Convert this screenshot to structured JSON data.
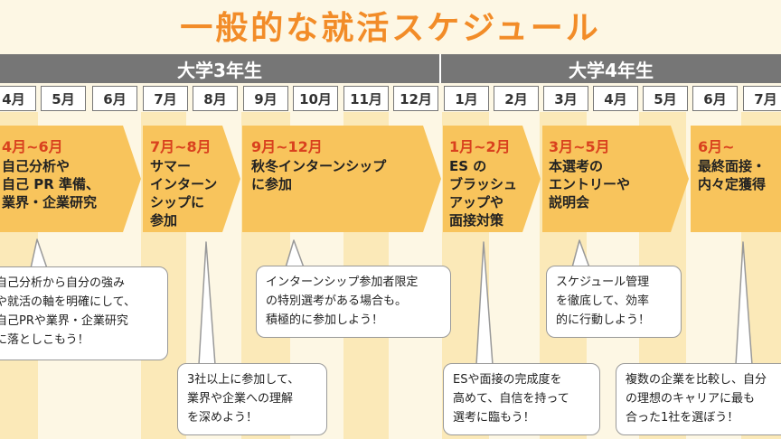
{
  "title": "一般的な就活スケジュール",
  "years": {
    "y3": "大学3年生",
    "y4": "大学4年生"
  },
  "months": [
    "4月",
    "5月",
    "6月",
    "7月",
    "8月",
    "9月",
    "10月",
    "11月",
    "12月",
    "1月",
    "2月",
    "3月",
    "4月",
    "5月",
    "6月",
    "7月"
  ],
  "phases": [
    {
      "period": "4月~6月",
      "text": "自己分析や\n自己 PR 準備、\n業界・企業研究"
    },
    {
      "period": "7月~8月",
      "text": "サマー\nインターン\nシップに\n参加"
    },
    {
      "period": "9月~12月",
      "text": "秋冬インターンシップ\nに参加"
    },
    {
      "period": "1月~2月",
      "text": "ES の\nブラッシュ\nアップや\n面接対策"
    },
    {
      "period": "3月~5月",
      "text": "本選考の\nエントリーや\n説明会"
    },
    {
      "period": "6月~",
      "text": "最終面接・\n内々定獲得"
    }
  ],
  "callouts": [
    "自己分析から自分の強み\nや就活の軸を明確にして、\n自己PRや業界・企業研究\nに落としこもう！",
    "3社以上に参加して、\n業界や企業への理解\nを深めよう！",
    "インターンシップ参加者限定\nの特別選考がある場合も。\n積極的に参加しよう！",
    "ESや面接の完成度を\n高めて、自信を持って\n選考に臨もう！",
    "スケジュール管理\nを徹底して、効率\n的に行動しよう！",
    "複数の企業を比較し、自分\nの理想のキャリアに最も\n合った1社を選ぼう！"
  ],
  "colors": {
    "title": "#f28c28",
    "arrow": "#f8c45c",
    "period": "#d9411e",
    "yearbar": "#767676",
    "column": "#fbe9b8"
  }
}
